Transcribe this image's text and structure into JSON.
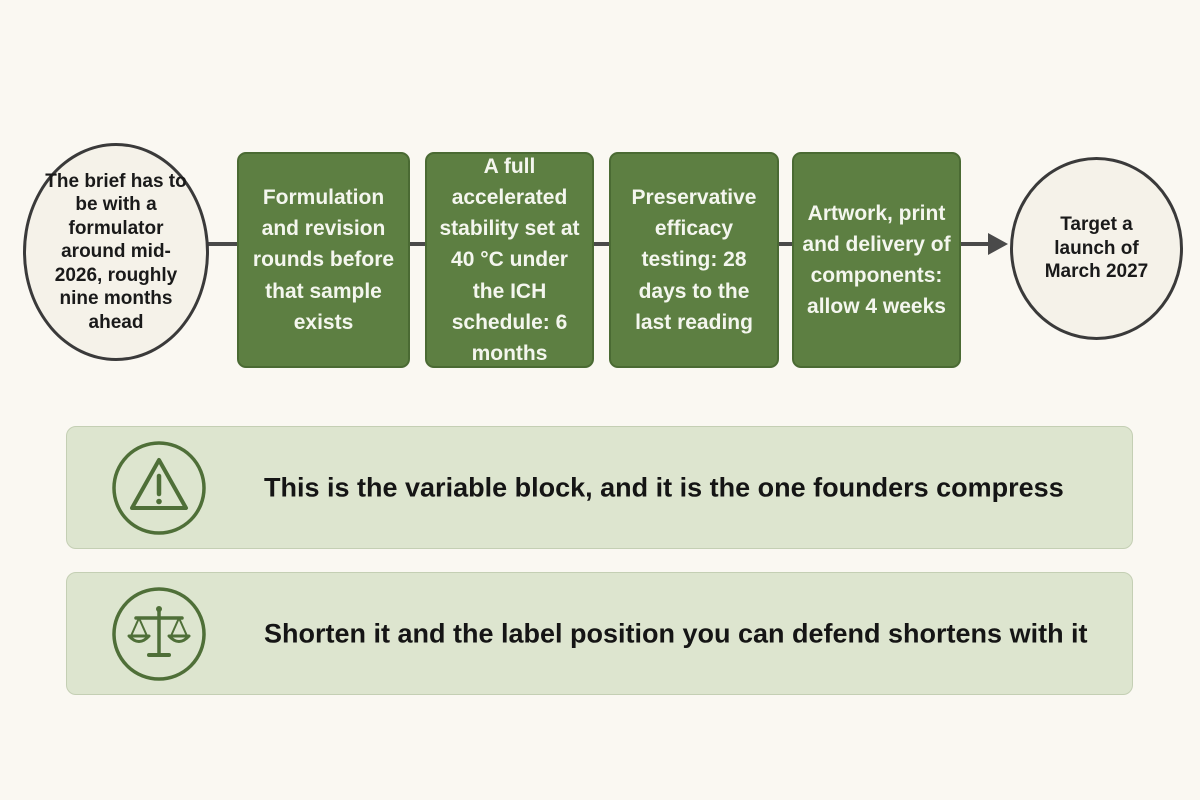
{
  "flow": {
    "start": "The brief has to be with a formulator around mid-2026, roughly nine months ahead",
    "steps": [
      {
        "label": "Formulation and revision rounds before that sample exists"
      },
      {
        "label": "A full accelerated stability set at 40 °C under the ICH schedule: 6 months"
      },
      {
        "label": "Preservative efficacy testing: 28 days to the last reading"
      },
      {
        "label": "Artwork, print and delivery of components: allow 4 weeks"
      }
    ],
    "end": "Target a launch of March 2027"
  },
  "callouts": [
    {
      "icon": "warning-icon",
      "text": "This is the variable block, and it is the one founders compress"
    },
    {
      "icon": "scales-icon",
      "text": "Shorten it and the label position you can defend shortens with it"
    }
  ],
  "colors": {
    "background": "#faf8f2",
    "step_fill": "#5d7f42",
    "callout_fill": "#dde5cf",
    "icon_stroke": "#4f6f38",
    "line": "#4a4a4a"
  }
}
